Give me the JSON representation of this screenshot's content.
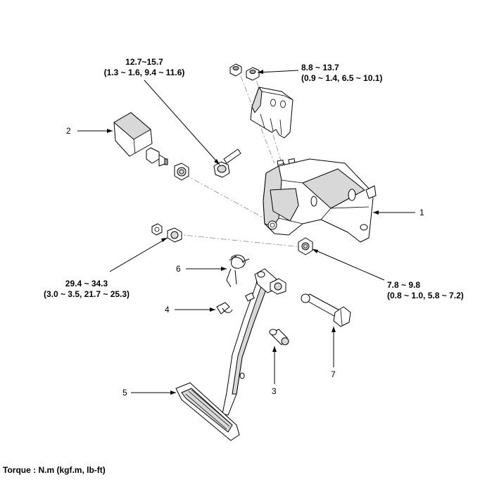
{
  "torque_specs": {
    "bracket_bolt": {
      "nm": "12.7~15.7",
      "alt": "(1.3 ~ 1.6, 9.4 ~ 11.6)"
    },
    "upper_nuts": {
      "nm": "8.8 ~ 13.7",
      "alt": "(0.9 ~ 1.4, 6.5 ~ 10.1)"
    },
    "left_nut": {
      "nm": "29.4 ~ 34.3",
      "alt": "(3.0 ~ 3.5, 21.7 ~ 25.3)"
    },
    "right_nut": {
      "nm": "7.8 ~ 9.8",
      "alt": "(0.8 ~ 1.0, 5.8 ~ 7.2)"
    }
  },
  "callouts": {
    "c1": "1",
    "c2": "2",
    "c3": "3",
    "c4": "4",
    "c5": "5",
    "c6": "6",
    "c7": "7"
  },
  "footer": {
    "torque_units": "Torque : N.m (kgf.m, lb-ft)"
  },
  "colors": {
    "ink": "#000000",
    "shade": "#d8d8d8",
    "dark_shade": "#a8a8a8",
    "axis": "#888888"
  }
}
